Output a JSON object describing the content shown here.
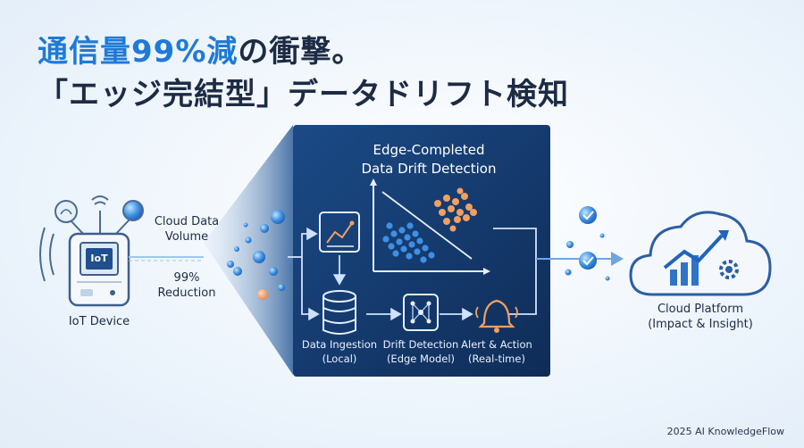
{
  "headline": {
    "line1_accent": "通信量99%減",
    "line1_rest": "の衝撃。",
    "line2": "「エッジ完結型」データドリフト検知"
  },
  "iot": {
    "chip_label": "IoT",
    "label": "IoT Device"
  },
  "flow": {
    "volume_line1": "Cloud Data",
    "volume_line2": "Volume",
    "reduction_line1": "99%",
    "reduction_line2": "Reduction"
  },
  "panel": {
    "title_line1": "Edge-Completed",
    "title_line2": "Data Drift Detection",
    "steps": [
      {
        "line1": "Data Ingestion",
        "line2": "(Local)"
      },
      {
        "line1": "Drift Detection",
        "line2": "(Edge Model)"
      },
      {
        "line1": "Alert & Action",
        "line2": "(Real-time)"
      }
    ]
  },
  "cloud": {
    "line1": "Cloud Platform",
    "line2": "(Impact & Insight)"
  },
  "footer": {
    "copyright": "2025 AI KnowledgeFlow"
  },
  "colors": {
    "accent": "#1f7ad6",
    "panel": "#163a6e",
    "dark_text": "#1d2b44",
    "orange": "#f0a060"
  }
}
